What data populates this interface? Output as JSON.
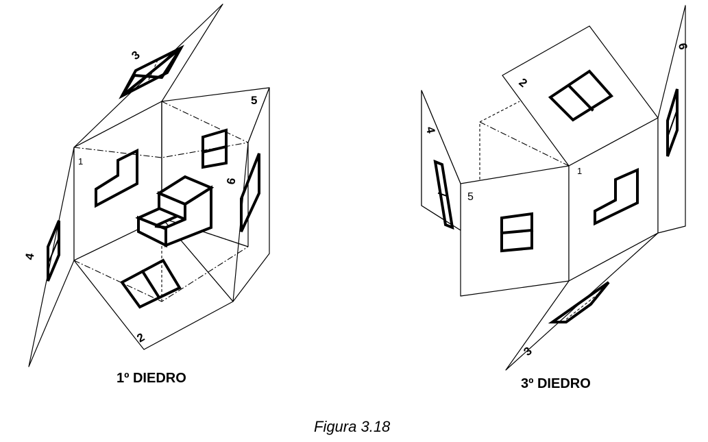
{
  "left_figure": {
    "caption": "1º DIEDRO",
    "planes": {
      "frontal": "1",
      "top": "3",
      "bottom": "2",
      "left": "4",
      "right_side": "5",
      "right": "6"
    }
  },
  "right_figure": {
    "caption": "3º DIEDRO",
    "planes": {
      "frontal": "1",
      "top": "2",
      "bottom": "3",
      "left": "4",
      "left_front": "5",
      "right": "6"
    }
  },
  "figure_caption": "Figura 3.18"
}
